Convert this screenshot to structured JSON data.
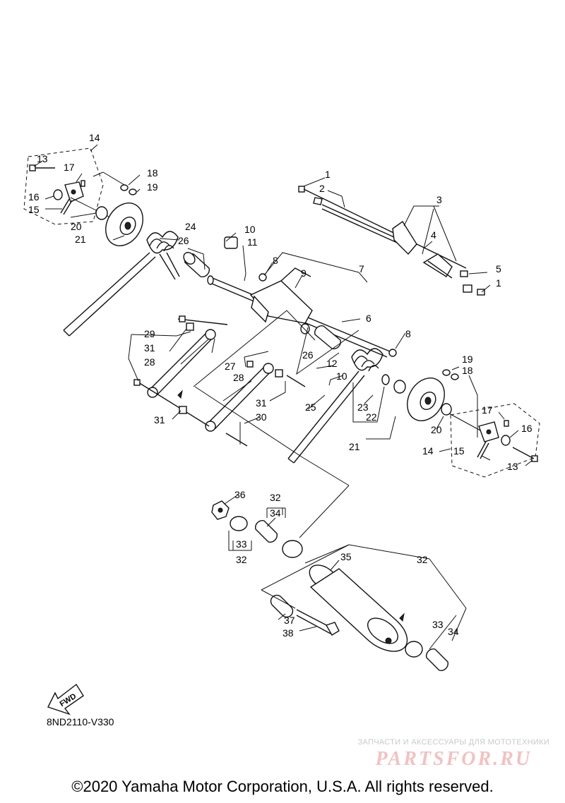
{
  "diagram": {
    "code": "8ND2110-V330",
    "fwd_label": "FWD",
    "callouts": [
      {
        "id": "c-1a",
        "text": "1"
      },
      {
        "id": "c-1b",
        "text": "1"
      },
      {
        "id": "c-2",
        "text": "2"
      },
      {
        "id": "c-3",
        "text": "3"
      },
      {
        "id": "c-4",
        "text": "4"
      },
      {
        "id": "c-5",
        "text": "5"
      },
      {
        "id": "c-6",
        "text": "6"
      },
      {
        "id": "c-7",
        "text": "7"
      },
      {
        "id": "c-8a",
        "text": "8"
      },
      {
        "id": "c-8b",
        "text": "8"
      },
      {
        "id": "c-9",
        "text": "9"
      },
      {
        "id": "c-10a",
        "text": "10"
      },
      {
        "id": "c-10b",
        "text": "10"
      },
      {
        "id": "c-11",
        "text": "11"
      },
      {
        "id": "c-12",
        "text": "12"
      },
      {
        "id": "c-13a",
        "text": "13"
      },
      {
        "id": "c-13b",
        "text": "13"
      },
      {
        "id": "c-14a",
        "text": "14"
      },
      {
        "id": "c-14b",
        "text": "14"
      },
      {
        "id": "c-15a",
        "text": "15"
      },
      {
        "id": "c-15b",
        "text": "15"
      },
      {
        "id": "c-16a",
        "text": "16"
      },
      {
        "id": "c-16b",
        "text": "16"
      },
      {
        "id": "c-17a",
        "text": "17"
      },
      {
        "id": "c-17b",
        "text": "17"
      },
      {
        "id": "c-18a",
        "text": "18"
      },
      {
        "id": "c-18b",
        "text": "18"
      },
      {
        "id": "c-19a",
        "text": "19"
      },
      {
        "id": "c-19b",
        "text": "19"
      },
      {
        "id": "c-20a",
        "text": "20"
      },
      {
        "id": "c-20b",
        "text": "20"
      },
      {
        "id": "c-21a",
        "text": "21"
      },
      {
        "id": "c-21b",
        "text": "21"
      },
      {
        "id": "c-22",
        "text": "22"
      },
      {
        "id": "c-23",
        "text": "23"
      },
      {
        "id": "c-24",
        "text": "24"
      },
      {
        "id": "c-25",
        "text": "25"
      },
      {
        "id": "c-26a",
        "text": "26"
      },
      {
        "id": "c-26b",
        "text": "26"
      },
      {
        "id": "c-27",
        "text": "27"
      },
      {
        "id": "c-28a",
        "text": "28"
      },
      {
        "id": "c-28b",
        "text": "28"
      },
      {
        "id": "c-29",
        "text": "29"
      },
      {
        "id": "c-30",
        "text": "30"
      },
      {
        "id": "c-31a",
        "text": "31"
      },
      {
        "id": "c-31b",
        "text": "31"
      },
      {
        "id": "c-31c",
        "text": "31"
      },
      {
        "id": "c-32a",
        "text": "32"
      },
      {
        "id": "c-32b",
        "text": "32"
      },
      {
        "id": "c-32c",
        "text": "32"
      },
      {
        "id": "c-33a",
        "text": "33"
      },
      {
        "id": "c-33b",
        "text": "33"
      },
      {
        "id": "c-34a",
        "text": "34"
      },
      {
        "id": "c-34b",
        "text": "34"
      },
      {
        "id": "c-35",
        "text": "35"
      },
      {
        "id": "c-36",
        "text": "36"
      },
      {
        "id": "c-37",
        "text": "37"
      },
      {
        "id": "c-38",
        "text": "38"
      }
    ]
  },
  "watermark": {
    "tagline": "ЗАПЧАСТИ И АКСЕССУАРЫ ДЛЯ МОТОТЕХНИКИ",
    "brand": "PARTSFOR.RU"
  },
  "footer": {
    "copyright": "©2020 Yamaha Motor Corporation, U.S.A. All rights reserved."
  }
}
